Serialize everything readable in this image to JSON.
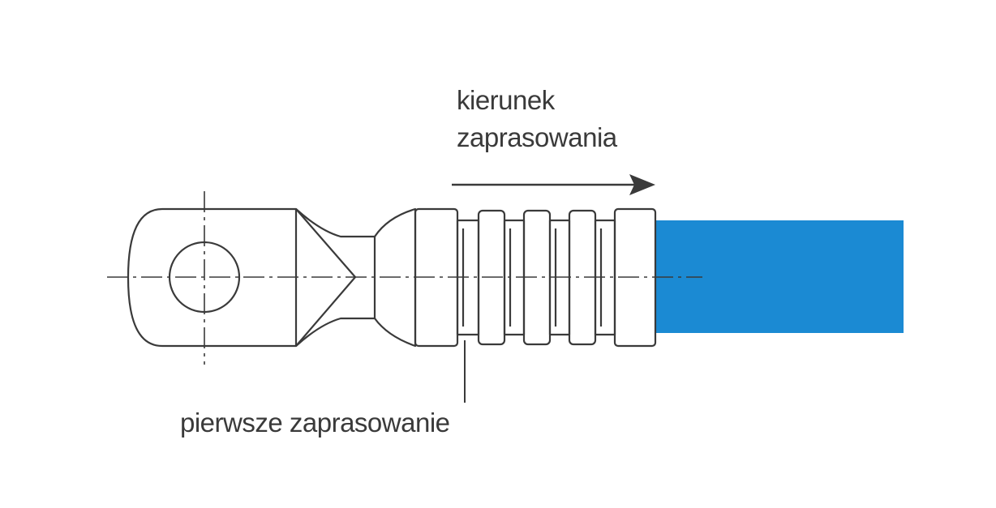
{
  "diagram": {
    "direction_label_line1": "kierunek",
    "direction_label_line2": "zaprasowania",
    "first_crimp_label": "pierwsze zaprasowanie",
    "colors": {
      "line": "#3a3a3a",
      "cable": "#1b8ad3",
      "background": "#ffffff"
    }
  }
}
